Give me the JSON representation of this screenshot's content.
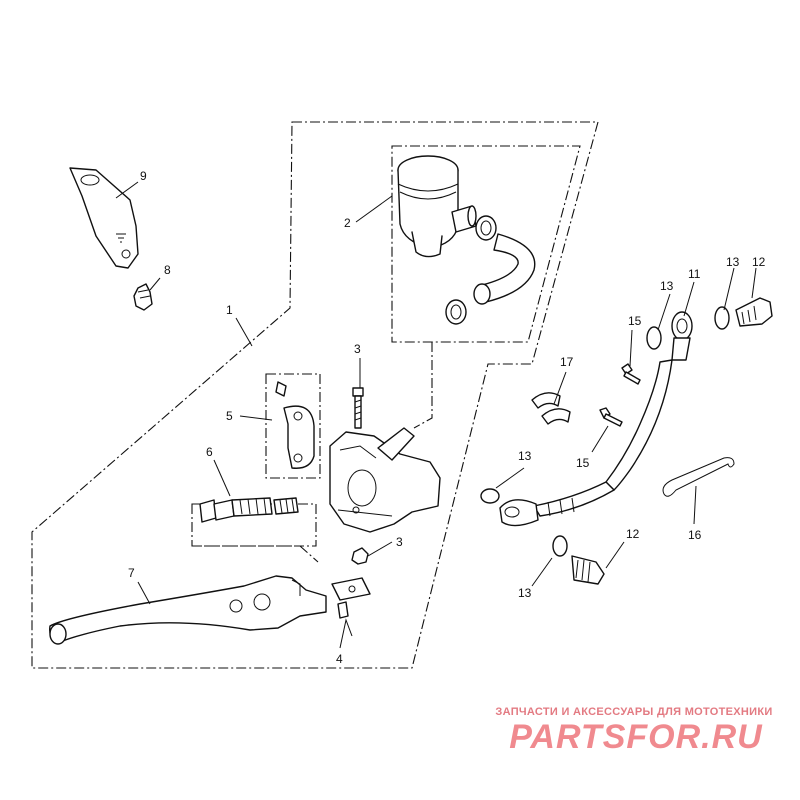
{
  "callouts": {
    "c1": "1",
    "c2": "2",
    "c3a": "3",
    "c3b": "3",
    "c4": "4",
    "c5": "5",
    "c6": "6",
    "c7": "7",
    "c8": "8",
    "c9": "9",
    "c11": "11",
    "c12a": "12",
    "c12b": "12",
    "c13a": "13",
    "c13b": "13",
    "c13c": "13",
    "c13d": "13",
    "c15a": "15",
    "c15b": "15",
    "c16": "16",
    "c17": "17"
  },
  "watermark": {
    "tagline": "ЗАПЧАСТИ И АКСЕССУАРЫ ДЛЯ МОТОТЕХНИКИ",
    "logo": "PARTSFOR.RU"
  }
}
